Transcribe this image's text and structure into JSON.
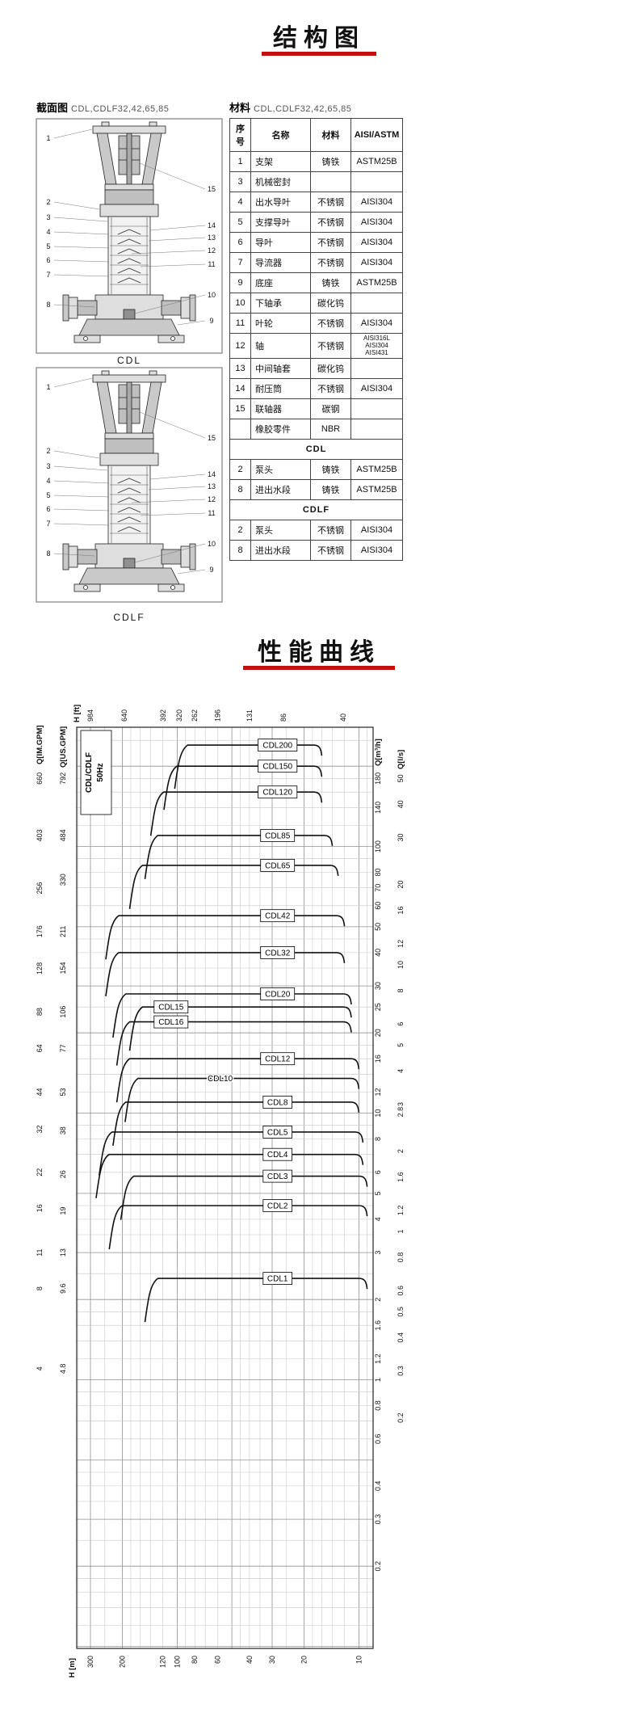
{
  "titles": {
    "structure": "结构图",
    "performance": "性能曲线"
  },
  "section": {
    "label": "截面图",
    "models": "CDL,CDLF32,42,65,85",
    "caption_cdl": "CDL",
    "caption_cdlf": "CDLF",
    "callouts_left": [
      "1",
      "2",
      "3",
      "4",
      "5",
      "6",
      "7",
      "8"
    ],
    "callouts_right": [
      "15",
      "14",
      "13",
      "12",
      "11",
      "10",
      "9"
    ]
  },
  "materials": {
    "label": "材料",
    "models": "CDL,CDLF32,42,65,85",
    "headers": [
      "序号",
      "名称",
      "材料",
      "AISI/ASTM"
    ],
    "rows": [
      {
        "no": "1",
        "name": "支架",
        "mat": "铸铁",
        "astm": "ASTM25B"
      },
      {
        "no": "3",
        "name": "机械密封",
        "mat": "",
        "astm": ""
      },
      {
        "no": "4",
        "name": "出水导叶",
        "mat": "不锈钢",
        "astm": "AISI304"
      },
      {
        "no": "5",
        "name": "支撑导叶",
        "mat": "不锈钢",
        "astm": "AISI304"
      },
      {
        "no": "6",
        "name": "导叶",
        "mat": "不锈钢",
        "astm": "AISI304"
      },
      {
        "no": "7",
        "name": "导流器",
        "mat": "不锈钢",
        "astm": "AISI304"
      },
      {
        "no": "9",
        "name": "底座",
        "mat": "铸铁",
        "astm": "ASTM25B"
      },
      {
        "no": "10",
        "name": "下轴承",
        "mat": "碳化钨",
        "astm": ""
      },
      {
        "no": "11",
        "name": "叶轮",
        "mat": "不锈钢",
        "astm": "AISI304"
      },
      {
        "no": "12",
        "name": "轴",
        "mat": "不锈钢",
        "astm": "AISI316L\nAISI304\nAISI431"
      },
      {
        "no": "13",
        "name": "中间轴套",
        "mat": "碳化钨",
        "astm": ""
      },
      {
        "no": "14",
        "name": "耐压筒",
        "mat": "不锈钢",
        "astm": "AISI304"
      },
      {
        "no": "15",
        "name": "联轴器",
        "mat": "碳钢",
        "astm": ""
      },
      {
        "no": "",
        "name": "橡胶零件",
        "mat": "NBR",
        "astm": ""
      }
    ],
    "group_cdl": {
      "label": "CDL",
      "rows": [
        {
          "no": "2",
          "name": "泵头",
          "mat": "铸铁",
          "astm": "ASTM25B"
        },
        {
          "no": "8",
          "name": "进出水段",
          "mat": "铸铁",
          "astm": "ASTM25B"
        }
      ]
    },
    "group_cdlf": {
      "label": "CDLF",
      "rows": [
        {
          "no": "2",
          "name": "泵头",
          "mat": "不锈钢",
          "astm": "AISI304"
        },
        {
          "no": "8",
          "name": "进出水段",
          "mat": "不锈钢",
          "astm": "AISI304"
        }
      ]
    }
  },
  "chart_data": {
    "type": "line",
    "frequency_box": [
      "CDL/CDLF",
      "50Hz"
    ],
    "grid": true,
    "h_axis_range_m": [
      357,
      8.4
    ],
    "q_axis_range_m3h": [
      280,
      0.1
    ],
    "axes": {
      "top": {
        "label": "H [ft]",
        "ticks": [
          [
            "984",
            300
          ],
          [
            "640",
            195
          ],
          [
            "392",
            119.5
          ],
          [
            "320",
            97.5
          ],
          [
            "262",
            80
          ],
          [
            "196",
            60
          ],
          [
            "131",
            40
          ],
          [
            "86",
            26
          ],
          [
            "40",
            12.2
          ]
        ]
      },
      "bottom": {
        "label": "H [m]",
        "ticks": [
          [
            "300",
            300
          ],
          [
            "200",
            200
          ],
          [
            "120",
            120
          ],
          [
            "100",
            100
          ],
          [
            "80",
            80
          ],
          [
            "60",
            60
          ],
          [
            "40",
            40
          ],
          [
            "30",
            30
          ],
          [
            "20",
            20
          ],
          [
            "10",
            10
          ]
        ]
      },
      "left_im": {
        "label": "Q[IM.GPM]",
        "ticks": [
          [
            "660",
            180
          ],
          [
            "403",
            110
          ],
          [
            "256",
            69.8
          ],
          [
            "176",
            48
          ],
          [
            "128",
            34.9
          ],
          [
            "88",
            24
          ],
          [
            "64",
            17.5
          ],
          [
            "44",
            12
          ],
          [
            "32",
            8.7
          ],
          [
            "22",
            6
          ],
          [
            "16",
            4.4
          ],
          [
            "11",
            3
          ],
          [
            "8",
            2.2
          ],
          [
            "4",
            1.1
          ]
        ]
      },
      "left_us": {
        "label": "Q[US.GPM]",
        "ticks": [
          [
            "792",
            180
          ],
          [
            "484",
            110
          ],
          [
            "330",
            75
          ],
          [
            "211",
            48
          ],
          [
            "154",
            35
          ],
          [
            "106",
            24
          ],
          [
            "77",
            17.5
          ],
          [
            "53",
            12
          ],
          [
            "38",
            8.6
          ],
          [
            "26",
            5.9
          ],
          [
            "19",
            4.3
          ],
          [
            "13",
            3
          ],
          [
            "9.6",
            2.2
          ],
          [
            "4.8",
            1.1
          ]
        ]
      },
      "right_m3h": {
        "label": "Q[m³/h]",
        "ticks": [
          [
            "180",
            180
          ],
          [
            "140",
            140
          ],
          [
            "100",
            100
          ],
          [
            "80",
            80
          ],
          [
            "70",
            70
          ],
          [
            "60",
            60
          ],
          [
            "50",
            50
          ],
          [
            "40",
            40
          ],
          [
            "30",
            30
          ],
          [
            "25",
            25
          ],
          [
            "20",
            20
          ],
          [
            "16",
            16
          ],
          [
            "12",
            12
          ],
          [
            "10",
            10
          ],
          [
            "8",
            8
          ],
          [
            "6",
            6
          ],
          [
            "5",
            5
          ],
          [
            "4",
            4
          ],
          [
            "3",
            3
          ],
          [
            "2",
            2
          ],
          [
            "1.6",
            1.6
          ],
          [
            "1.2",
            1.2
          ],
          [
            "1",
            1
          ],
          [
            "0.8",
            0.8
          ],
          [
            "0.6",
            0.6
          ],
          [
            "0.4",
            0.4
          ],
          [
            "0.3",
            0.3
          ],
          [
            "0.2",
            0.2
          ]
        ]
      },
      "right_ls": {
        "label": "Q[l/s]",
        "ticks": [
          [
            "50",
            180
          ],
          [
            "40",
            144
          ],
          [
            "30",
            108
          ],
          [
            "20",
            72
          ],
          [
            "16",
            57.6
          ],
          [
            "12",
            43.2
          ],
          [
            "10",
            36
          ],
          [
            "8",
            28.8
          ],
          [
            "6",
            21.6
          ],
          [
            "5",
            18
          ],
          [
            "4",
            14.4
          ],
          [
            "3",
            10.8
          ],
          [
            "2.8",
            10.1
          ],
          [
            "2",
            7.2
          ],
          [
            "1.6",
            5.76
          ],
          [
            "1.2",
            4.32
          ],
          [
            "1",
            3.6
          ],
          [
            "0.8",
            2.88
          ],
          [
            "0.6",
            2.16
          ],
          [
            "0.5",
            1.8
          ],
          [
            "0.4",
            1.44
          ],
          [
            "0.3",
            1.08
          ],
          [
            "0.2",
            0.72
          ]
        ]
      }
    },
    "series": [
      {
        "name": "CDL200",
        "q_max_m3h": 240,
        "h_max_m": 96,
        "h_min_m": 16,
        "label_h_m": 28,
        "boxed": true
      },
      {
        "name": "CDL150",
        "q_max_m3h": 200,
        "h_max_m": 110,
        "h_min_m": 16,
        "label_h_m": 28,
        "boxed": true
      },
      {
        "name": "CDL120",
        "q_max_m3h": 160,
        "h_max_m": 130,
        "h_min_m": 16,
        "label_h_m": 28,
        "boxed": true
      },
      {
        "name": "CDL85",
        "q_max_m3h": 110,
        "h_max_m": 140,
        "h_min_m": 14,
        "label_h_m": 28,
        "boxed": true
      },
      {
        "name": "CDL65",
        "q_max_m3h": 85,
        "h_max_m": 170,
        "h_min_m": 13,
        "label_h_m": 28,
        "boxed": true
      },
      {
        "name": "CDL42",
        "q_max_m3h": 55,
        "h_max_m": 230,
        "h_min_m": 12,
        "label_h_m": 28,
        "boxed": true
      },
      {
        "name": "CDL32",
        "q_max_m3h": 40,
        "h_max_m": 230,
        "h_min_m": 12,
        "label_h_m": 28,
        "boxed": true
      },
      {
        "name": "CDL20",
        "q_max_m3h": 28,
        "h_max_m": 210,
        "h_min_m": 11,
        "label_h_m": 28,
        "boxed": true
      },
      {
        "name": "CDL15",
        "q_max_m3h": 25,
        "h_max_m": 170,
        "h_min_m": 11,
        "label_h_m": 108,
        "boxed": true
      },
      {
        "name": "CDL16",
        "q_max_m3h": 22,
        "h_max_m": 200,
        "h_min_m": 11,
        "label_h_m": 108,
        "boxed": true
      },
      {
        "name": "CDL12",
        "q_max_m3h": 16,
        "h_max_m": 200,
        "h_min_m": 10,
        "label_h_m": 28,
        "boxed": true
      },
      {
        "name": "CDL10",
        "q_max_m3h": 13.5,
        "h_max_m": 180,
        "h_min_m": 10,
        "label_h_m": 58,
        "boxed": false
      },
      {
        "name": "CDL8",
        "q_max_m3h": 11,
        "h_max_m": 210,
        "h_min_m": 10,
        "label_h_m": 28,
        "boxed": true
      },
      {
        "name": "CDL5",
        "q_max_m3h": 8.5,
        "h_max_m": 250,
        "h_min_m": 9.5,
        "label_h_m": 28,
        "boxed": true
      },
      {
        "name": "CDL4",
        "q_max_m3h": 7,
        "h_max_m": 260,
        "h_min_m": 9.5,
        "label_h_m": 28,
        "boxed": true
      },
      {
        "name": "CDL3",
        "q_max_m3h": 5.8,
        "h_max_m": 190,
        "h_min_m": 9,
        "label_h_m": 28,
        "boxed": true
      },
      {
        "name": "CDL2",
        "q_max_m3h": 4.5,
        "h_max_m": 220,
        "h_min_m": 9,
        "label_h_m": 28,
        "boxed": true
      },
      {
        "name": "CDL1",
        "q_max_m3h": 2.4,
        "h_max_m": 140,
        "h_min_m": 9,
        "label_h_m": 28,
        "boxed": true
      }
    ]
  }
}
